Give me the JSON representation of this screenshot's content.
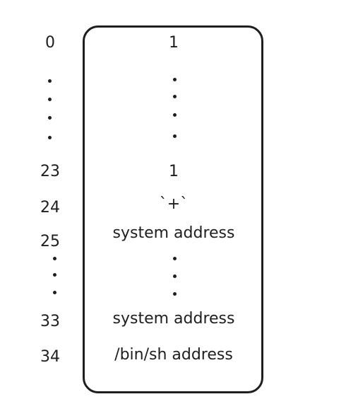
{
  "diagram": {
    "offsets": [
      "0",
      "23",
      "24",
      "25",
      "33",
      "34"
    ],
    "values": [
      "1",
      "1",
      "`+`",
      "system address",
      "system address",
      "/bin/sh address"
    ]
  }
}
